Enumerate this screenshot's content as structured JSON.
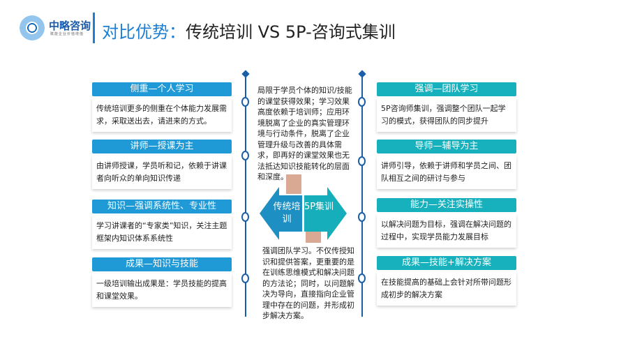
{
  "logo": {
    "name": "中略咨询",
    "tagline": "赋能企业价值增值"
  },
  "title": {
    "highlight": "对比优势：",
    "rest": "传统培训 VS 5P-咨询式集训"
  },
  "left_cards": [
    {
      "title": "侧重—个人学习",
      "body": "传统培训更多的侧重在个体能力发展需求，采取送出去，请进来的方式。"
    },
    {
      "title": "讲师—授课为主",
      "body": "由讲师授课，学员听和记，依赖于讲课者向听众的单向知识传递"
    },
    {
      "title": "知识—强调系统性、专业性",
      "body": "学习讲课者的“专家类”知识，关注主题框架内知识体系系统性"
    },
    {
      "title": "成果—知识与技能",
      "body": "一级培训输出成果是：学员技能的提高和课堂效果。"
    }
  ],
  "right_cards": [
    {
      "title": "强调—团队学习",
      "body": "5P咨询师集训，强调整个团队一起学习的模式，获得团队的同步提升"
    },
    {
      "title": "导师—辅导为主",
      "body": "讲师引导，依赖于讲师和学员之间、团队相互之间的研讨与参与"
    },
    {
      "title": "能力—关注实操性",
      "body": "以解决问题为目标，强调在解决问题的过程中，实现学员能力发展目标"
    },
    {
      "title": "成果—技能+解决方案",
      "body": "在技能提高的基础上会针对所带问题形成初步的解决方案"
    }
  ],
  "center": {
    "top_text": "局限于学员个体的知识/技能的课堂获得效果；学习效果高度依赖于培训师；应用环境脱离了企业的真实管理环境与行动条件，脱离了企业管理升级与改善的具体需求，即再好的课堂效果也无法抵达知识技能转化的层面和深度。",
    "left_arrow": "传统培训",
    "right_arrow": "5P集训",
    "bottom_text": "强调团队学习。不仅传授知识和提供答案，更重要的是在训练思维模式和解决问题的方法论；同时，以问题解决为导向，直接指向企业管理中存在的问题，并形成初步解决方案。"
  }
}
